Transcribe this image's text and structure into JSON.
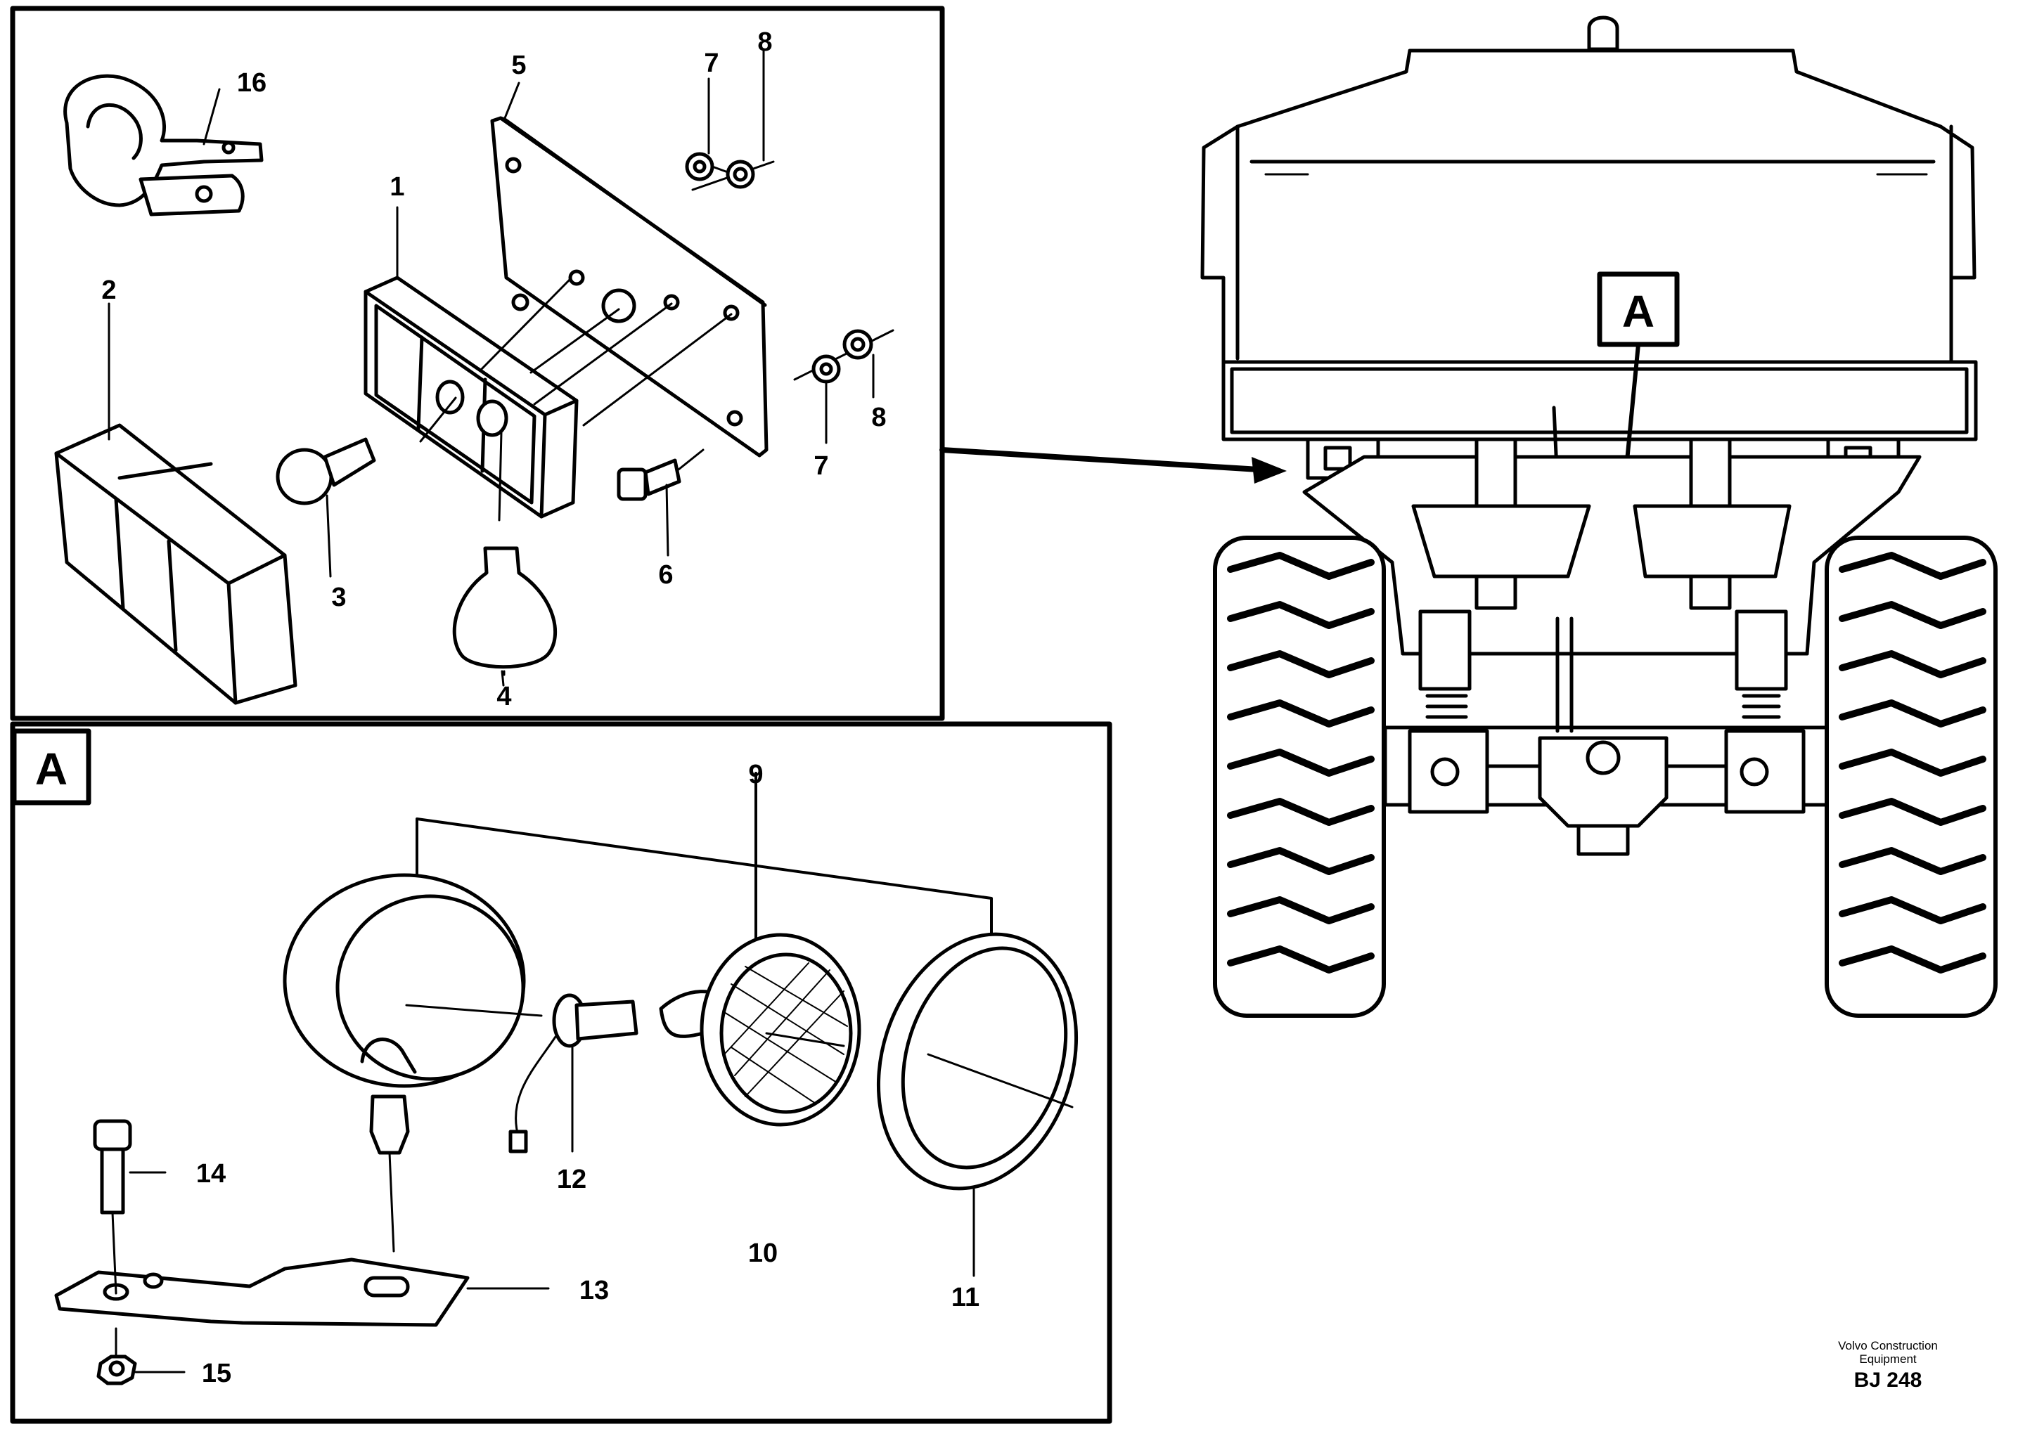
{
  "figure_code": "BJ 248",
  "publisher": {
    "line1": "Volvo Construction",
    "line2": "Equipment"
  },
  "detail_label": "A",
  "callouts": {
    "c1": "1",
    "c2": "2",
    "c3": "3",
    "c4": "4",
    "c5": "5",
    "c6": "6",
    "c7a": "7",
    "c7b": "7",
    "c8a": "8",
    "c8b": "8",
    "c9": "9",
    "c10": "10",
    "c11": "11",
    "c12": "12",
    "c13": "13",
    "c14": "14",
    "c15": "15",
    "c16": "16"
  }
}
